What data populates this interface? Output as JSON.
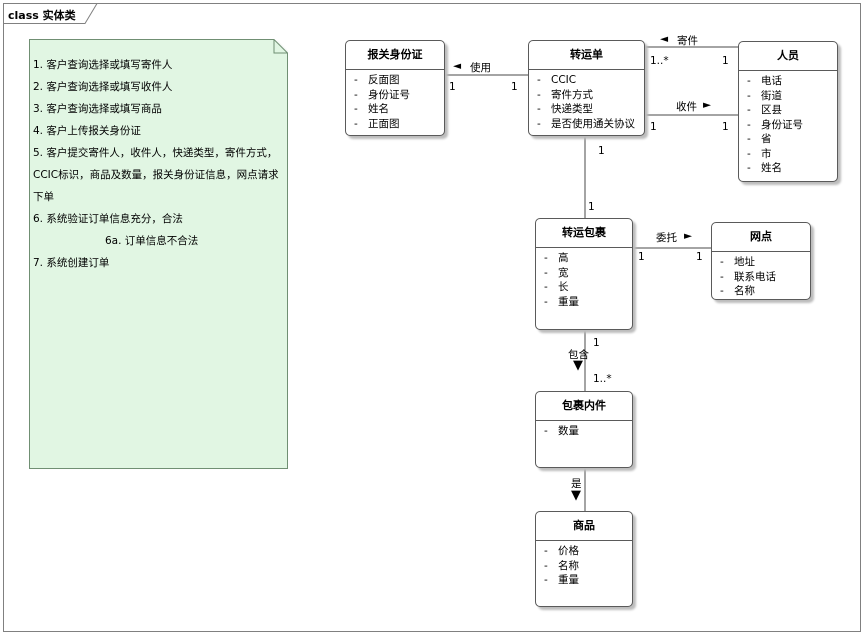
{
  "frame": {
    "title": "class 实体类"
  },
  "note": {
    "lines": [
      "1. 客户查询选择或填写寄件人",
      "2. 客户查询选择或填写收件人",
      "3. 客户查询选择或填写商品",
      "4. 客户上传报关身份证",
      "5. 客户提交寄件人，收件人，快递类型，寄件方式，CCIC标识，商品及数量，报关身份证信息，网点请求下单",
      "6. 系统验证订单信息充分，合法",
      "6a. 订单信息不合法",
      "7. 系统创建订单"
    ]
  },
  "classes": {
    "customs_id": {
      "name": "报关身份证",
      "attrs": [
        "反面图",
        "身份证号",
        "姓名",
        "正面图"
      ]
    },
    "waybill": {
      "name": "转运单",
      "attrs": [
        "CCIC",
        "寄件方式",
        "快递类型",
        "是否使用通关协议"
      ]
    },
    "person": {
      "name": "人员",
      "attrs": [
        "电话",
        "街道",
        "区县",
        "身份证号",
        "省",
        "市",
        "姓名"
      ]
    },
    "parcel": {
      "name": "转运包裹",
      "attrs": [
        "高",
        "宽",
        "长",
        "重量"
      ]
    },
    "outlet": {
      "name": "网点",
      "attrs": [
        "地址",
        "联系电话",
        "名称"
      ]
    },
    "parcel_item": {
      "name": "包裹内件",
      "attrs": [
        "数量"
      ]
    },
    "goods": {
      "name": "商品",
      "attrs": [
        "价格",
        "名称",
        "重量"
      ]
    }
  },
  "associations": {
    "use": {
      "label": "使用",
      "arrow": "◄",
      "mult_source": "1",
      "mult_target": "1"
    },
    "send": {
      "label": "寄件",
      "arrow": "◄",
      "mult_waybill": "1..*",
      "mult_person": "1"
    },
    "receive": {
      "label": "收件",
      "arrow": "►",
      "mult_waybill": "1",
      "mult_person": "1"
    },
    "waybill_parcel": {
      "mult_top": "1",
      "mult_bottom": "1"
    },
    "entrust": {
      "label": "委托",
      "arrow": "►",
      "mult_parcel": "1",
      "mult_outlet": "1"
    },
    "contain": {
      "label": "包含",
      "arrow": "▼",
      "mult_top": "1",
      "mult_bottom": "1..*"
    },
    "is": {
      "label": "是",
      "arrow": "▼"
    }
  }
}
